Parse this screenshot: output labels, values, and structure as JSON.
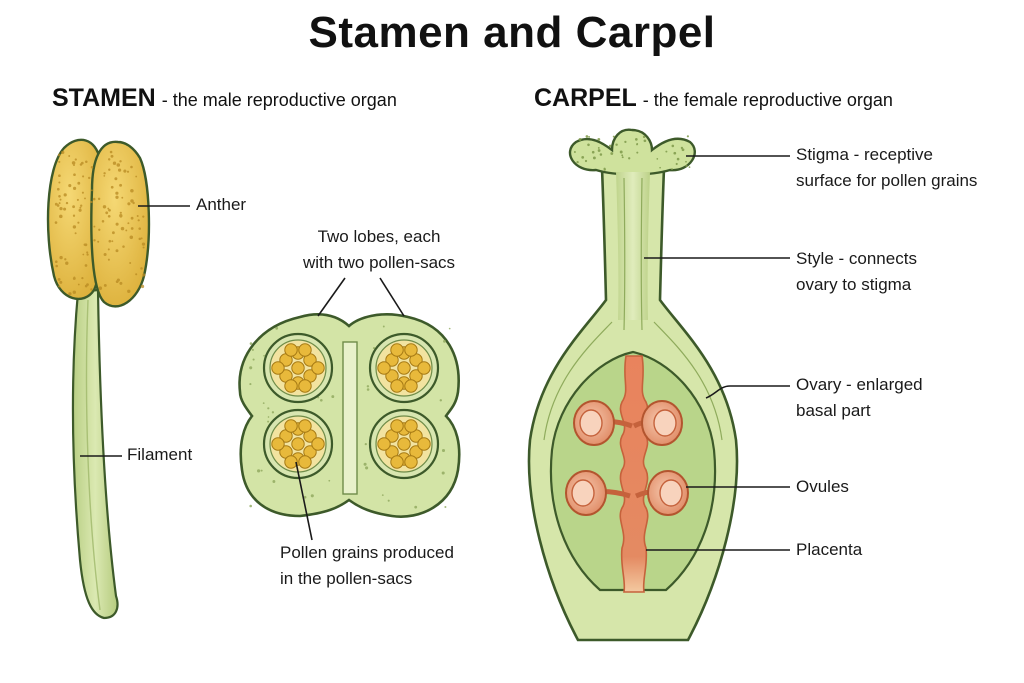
{
  "title": "Stamen and Carpel",
  "stamen": {
    "heading": "STAMEN",
    "subheading": "- the male reproductive organ",
    "labels": {
      "anther": "Anther",
      "filament": "Filament",
      "lobes_line1": "Two lobes, each",
      "lobes_line2": "with two pollen-sacs",
      "pollen_line1": "Pollen grains produced",
      "pollen_line2": "in the pollen-sacs"
    }
  },
  "carpel": {
    "heading": "CARPEL",
    "subheading": "- the female reproductive organ",
    "labels": {
      "stigma_line1": "Stigma - receptive",
      "stigma_line2": "surface for pollen grains",
      "style_line1": "Style - connects",
      "style_line2": "ovary to stigma",
      "ovary_line1": "Ovary - enlarged",
      "ovary_line2": "basal part",
      "ovules": "Ovules",
      "placenta": "Placenta"
    }
  },
  "colors": {
    "plant_green": "#cfe0a0",
    "outline": "#3d5a2a",
    "anther_yellow": "#e9c04e",
    "pollen_yellow": "#e8b93b",
    "ovule_orange": "#e69a78",
    "placenta_orange": "#e07a55"
  }
}
